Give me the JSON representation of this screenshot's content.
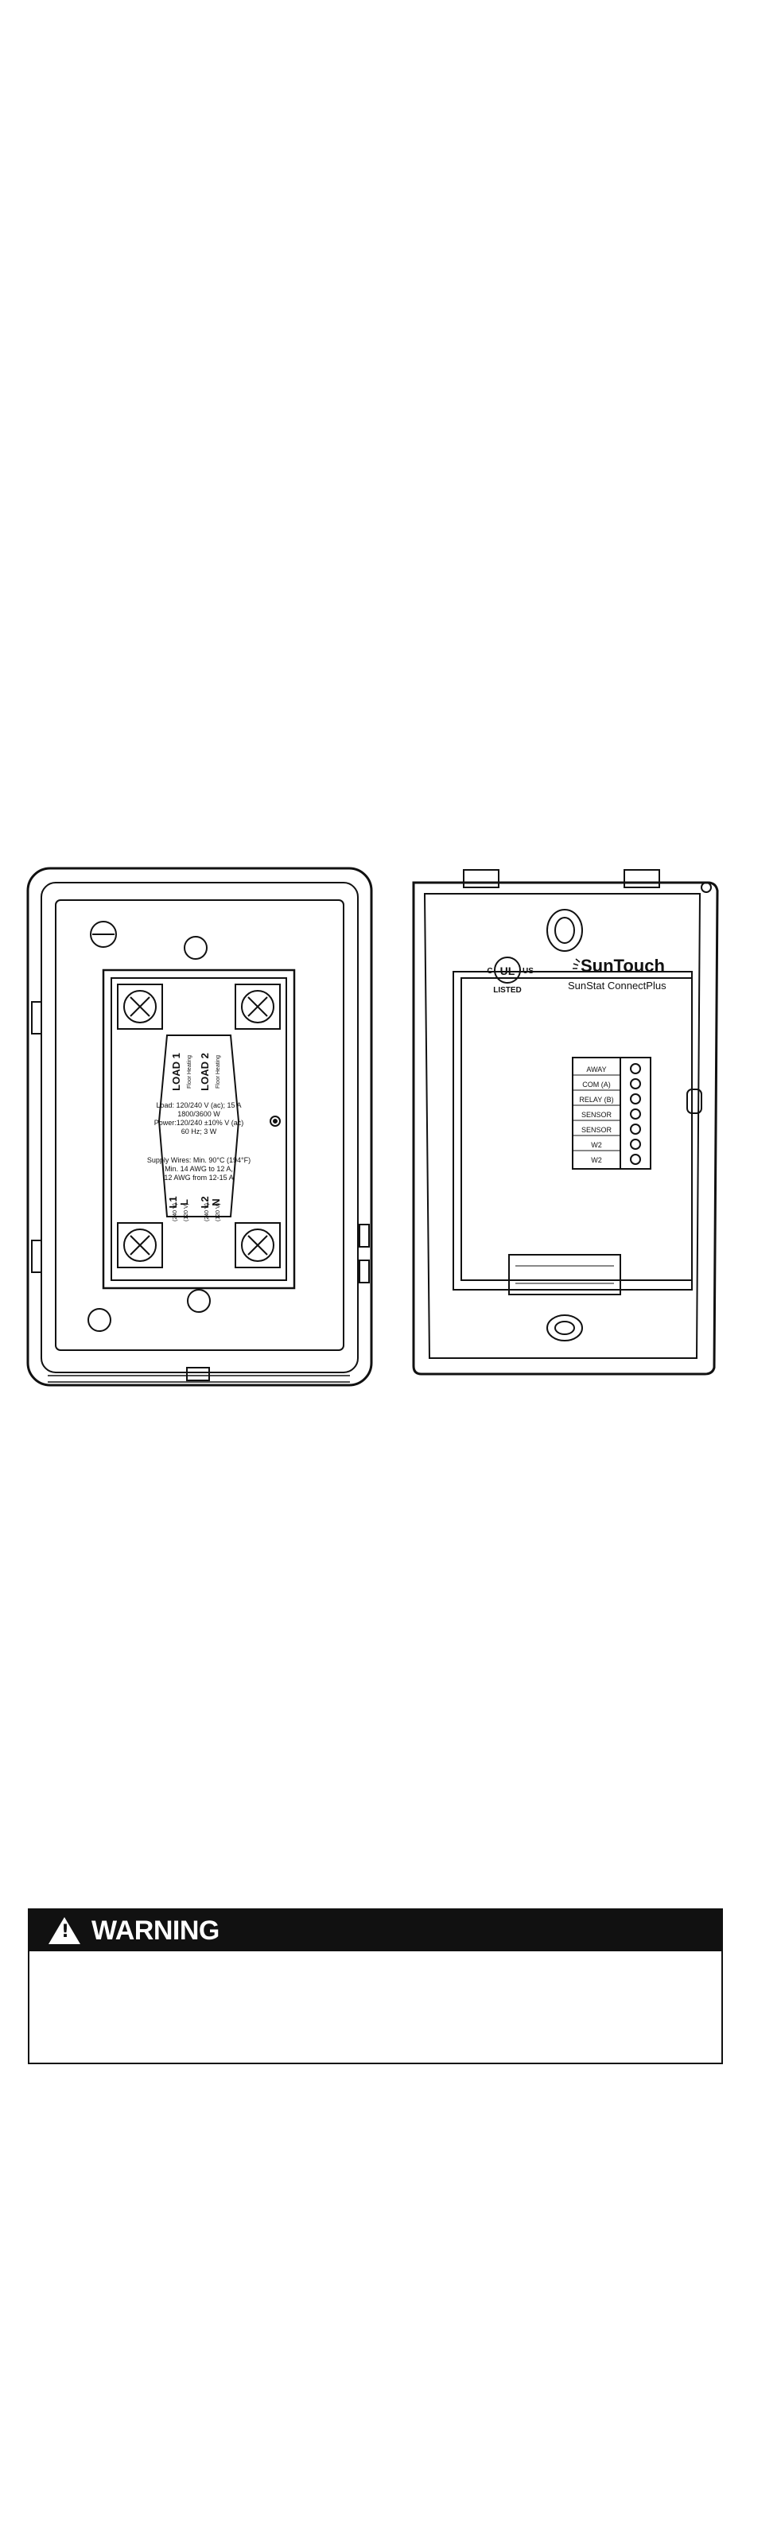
{
  "back_plate": {
    "load1": "LOAD 1",
    "load2": "LOAD 2",
    "floor_heating": "Floor Heating",
    "load_line1": "Load: 120/240 V (ac); 15 A",
    "load_line2": "1800/3600 W",
    "power_line1": "Power:120/240 ±10% V (ac)",
    "power_line2": "60 Hz; 3 W",
    "supply_line1": "Supply Wires: Min. 90°C (194°F)",
    "supply_line2": "Min. 14 AWG to 12 A,",
    "supply_line3": "12 AWG from 12-15 A",
    "l1": "L1",
    "l1_sub": "(240 V)",
    "l": "L",
    "l_sub": "(120 V)",
    "l2": "L2",
    "l2_sub": "(240 V)",
    "n": "N",
    "n_sub": "(120 V)"
  },
  "front_module": {
    "ul_c": "C",
    "ul_us": "US",
    "ul_listed": "LISTED",
    "brand": "SunTouch",
    "model": "SunStat ConnectPlus",
    "terminals": [
      "AWAY",
      "COM (A)",
      "RELAY (B)",
      "SENSOR",
      "SENSOR",
      "W2",
      "W2"
    ]
  },
  "warning": {
    "title": "WARNING",
    "icon_glyph": "!",
    "icon": "warning-triangle-icon",
    "body": ""
  }
}
